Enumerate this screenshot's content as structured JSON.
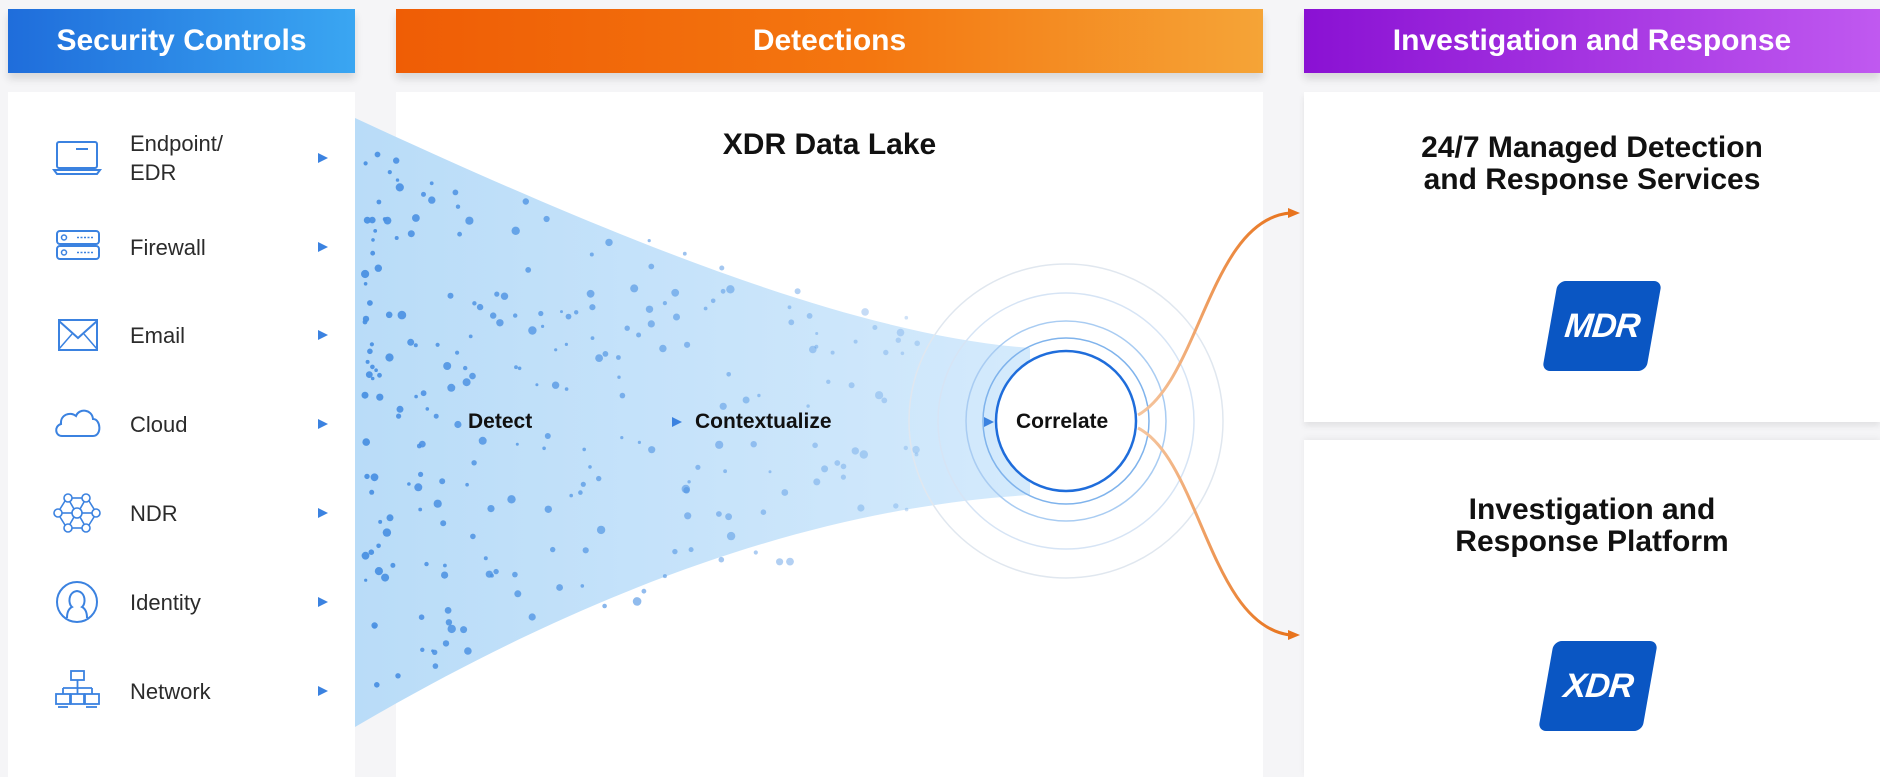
{
  "headers": {
    "security_controls": "Security Controls",
    "detections": "Detections",
    "investigation_response": "Investigation and Response"
  },
  "controls": [
    {
      "label": "Endpoint/\nEDR",
      "icon": "laptop-icon"
    },
    {
      "label": "Firewall",
      "icon": "firewall-icon"
    },
    {
      "label": "Email",
      "icon": "email-icon"
    },
    {
      "label": "Cloud",
      "icon": "cloud-icon"
    },
    {
      "label": "NDR",
      "icon": "network-graph-icon"
    },
    {
      "label": "Identity",
      "icon": "identity-icon"
    },
    {
      "label": "Network",
      "icon": "network-icon"
    }
  ],
  "detections": {
    "title": "XDR Data Lake",
    "stages": [
      "Detect",
      "Contextualize",
      "Correlate"
    ]
  },
  "services": [
    {
      "title": "24/7 Managed Detection\nand Response Services",
      "logo": "MDR"
    },
    {
      "title": "Investigation and\nResponse Platform",
      "logo": "XDR"
    }
  ],
  "colors": {
    "security_header": "#1f6ddb",
    "detections_header": "#f47710",
    "investigation_header": "#8a11d3",
    "funnel": "#c9e5fb",
    "dots": "#4a90e2",
    "arrow_blue": "#3b82e0",
    "arrow_orange": "#e8741e",
    "logo_blue": "#0a56c3"
  }
}
